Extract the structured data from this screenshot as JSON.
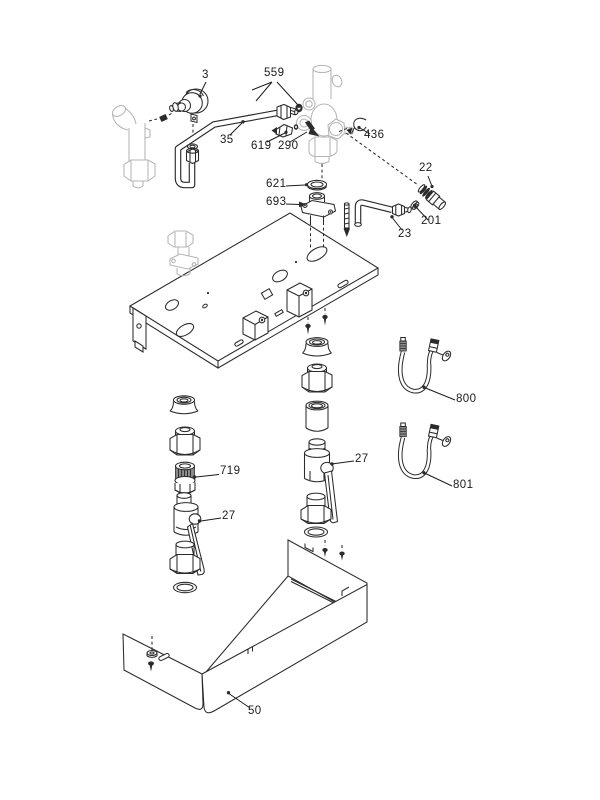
{
  "diagram": {
    "type": "exploded-parts-diagram",
    "background": "#ffffff",
    "line_color": "#2b2b2b",
    "ghost_line_color": "#b5b5b5",
    "callouts": [
      {
        "id": "3",
        "label": "3"
      },
      {
        "id": "559",
        "label": "559"
      },
      {
        "id": "35",
        "label": "35"
      },
      {
        "id": "619",
        "label": "619"
      },
      {
        "id": "290",
        "label": "290"
      },
      {
        "id": "436",
        "label": "436"
      },
      {
        "id": "621",
        "label": "621"
      },
      {
        "id": "693",
        "label": "693"
      },
      {
        "id": "22",
        "label": "22"
      },
      {
        "id": "201",
        "label": "201"
      },
      {
        "id": "23",
        "label": "23"
      },
      {
        "id": "719",
        "label": "719"
      },
      {
        "id": "27-left",
        "label": "27"
      },
      {
        "id": "27-middle",
        "label": "27"
      },
      {
        "id": "800",
        "label": "800"
      },
      {
        "id": "801",
        "label": "801"
      },
      {
        "id": "50",
        "label": "50"
      }
    ]
  }
}
